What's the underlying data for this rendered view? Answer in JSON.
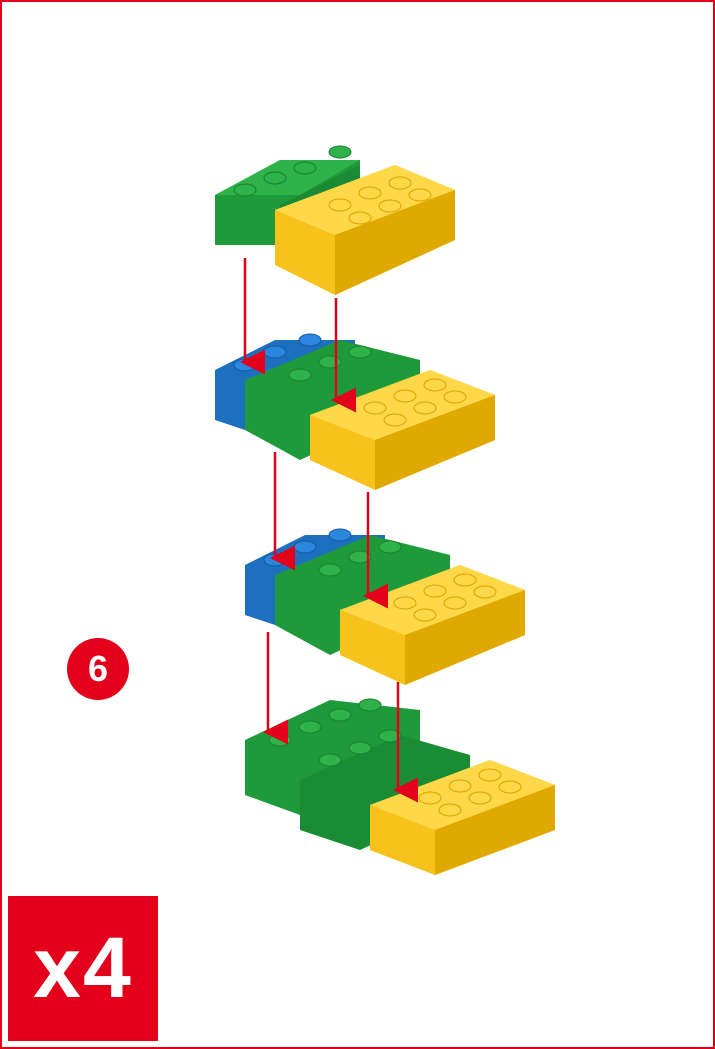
{
  "step": {
    "number": "6"
  },
  "quantity": {
    "label": "x4"
  },
  "colors": {
    "accent": "#e3001b",
    "green": "#1f9a3a",
    "yellow": "#f6c21b",
    "blue": "#1d6fc0"
  },
  "illustration": {
    "description_icon": "brick-assembly-icon",
    "layers": [
      {
        "bricks": [
          "green",
          "yellow"
        ]
      },
      {
        "bricks": [
          "blue",
          "green",
          "yellow"
        ]
      },
      {
        "bricks": [
          "blue",
          "green",
          "yellow"
        ]
      },
      {
        "bricks": [
          "green",
          "green",
          "yellow"
        ]
      }
    ]
  }
}
